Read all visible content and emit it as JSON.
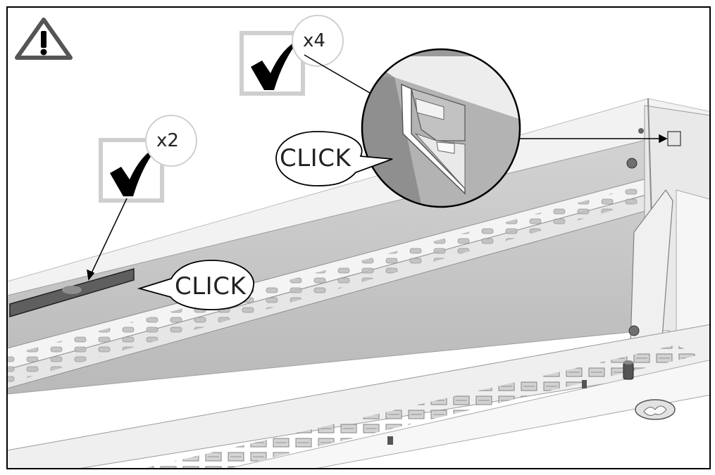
{
  "callouts": {
    "click_top": "CLICK",
    "click_bottom": "CLICK"
  },
  "counts": {
    "top": "x4",
    "left": "x2"
  },
  "icons": {
    "warning": "warning-triangle-icon",
    "check": "checkmark-icon"
  },
  "colors": {
    "frame": "#000000",
    "panel": "#c8c8c8",
    "panel_dark": "#a9a9a9",
    "rail": "#eeeeee",
    "callout_fill": "#ffffff",
    "check_box_border": "#cfcfcf",
    "warning_stroke": "#555555"
  }
}
